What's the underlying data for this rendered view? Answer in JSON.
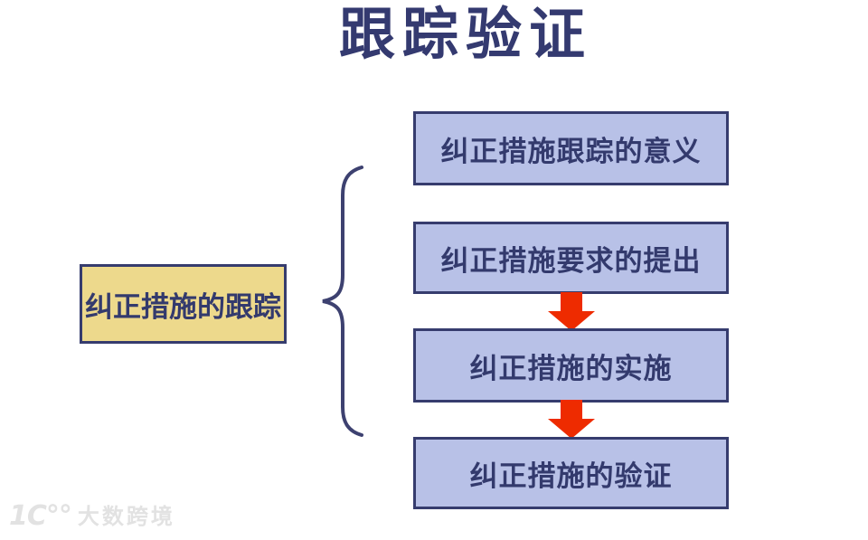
{
  "page": {
    "title": "跟踪验证",
    "background": "#ffffff"
  },
  "left_group": {
    "label": "纠正措施的跟踪"
  },
  "flow": {
    "boxes": [
      {
        "label": "纠正措施跟踪的意义"
      },
      {
        "label": "纠正措施要求的提出"
      },
      {
        "label": "纠正措施的实施"
      },
      {
        "label": "纠正措施的验证"
      }
    ],
    "connectors": [
      {
        "from": "纠正措施要求的提出",
        "to": "纠正措施的实施",
        "type": "block-arrow-down"
      },
      {
        "from": "纠正措施的实施",
        "to": "纠正措施的验证",
        "type": "block-arrow-down"
      }
    ]
  },
  "watermark": {
    "logo": "1C°°",
    "brand": "大数跨境"
  },
  "colors": {
    "title_text": "#343a70",
    "box_fill": "#b8c1e7",
    "box_border": "#363c6e",
    "box_text": "#333a6d",
    "left_box_fill": "#edd98c",
    "brace_stroke": "#3d4170",
    "arrow_fill": "#ee2b00",
    "watermark_text": "#e2e2e2"
  }
}
